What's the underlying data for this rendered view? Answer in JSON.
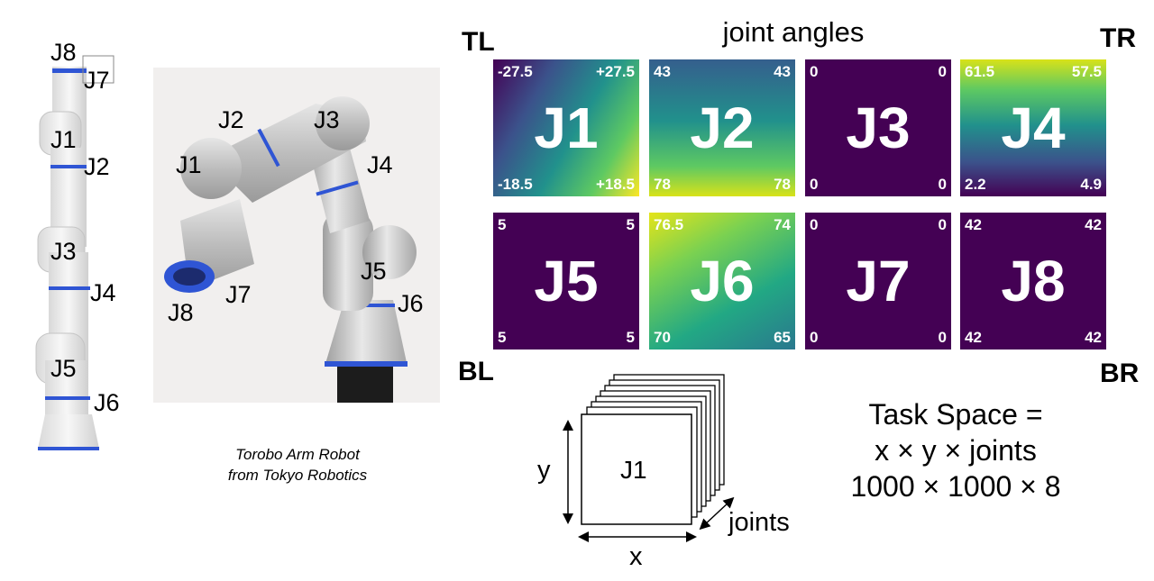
{
  "header": {
    "title": "joint angles"
  },
  "corners": {
    "tl": "TL",
    "tr": "TR",
    "bl": "BL",
    "br": "BR"
  },
  "robot_side": {
    "labels": [
      "J8",
      "J7",
      "J1",
      "J2",
      "J3",
      "J4",
      "J5",
      "J6"
    ]
  },
  "robot_photo": {
    "labels": {
      "j1": "J1",
      "j2": "J2",
      "j3": "J3",
      "j4": "J4",
      "j5": "J5",
      "j6": "J6",
      "j7": "J7",
      "j8": "J8"
    },
    "caption_line1": "Torobo Arm Robot",
    "caption_line2": "from Tokyo Robotics"
  },
  "colors": {
    "viridis_purple": "#440154",
    "viridis_blue": "#3b528b",
    "viridis_teal": "#21918c",
    "viridis_green": "#5ec962",
    "viridis_yellow": "#fde725",
    "band_blue": "#2f55d4"
  },
  "joints": [
    {
      "name": "J1",
      "tl": "-27.5",
      "tr": "+27.5",
      "bl": "-18.5",
      "br": "+18.5"
    },
    {
      "name": "J2",
      "tl": "43",
      "tr": "43",
      "bl": "78",
      "br": "78"
    },
    {
      "name": "J3",
      "tl": "0",
      "tr": "0",
      "bl": "0",
      "br": "0"
    },
    {
      "name": "J4",
      "tl": "61.5",
      "tr": "57.5",
      "bl": "2.2",
      "br": "4.9"
    },
    {
      "name": "J5",
      "tl": "5",
      "tr": "5",
      "bl": "5",
      "br": "5"
    },
    {
      "name": "J6",
      "tl": "76.5",
      "tr": "74",
      "bl": "70",
      "br": "65"
    },
    {
      "name": "J7",
      "tl": "0",
      "tr": "0",
      "bl": "0",
      "br": "0"
    },
    {
      "name": "J8",
      "tl": "42",
      "tr": "42",
      "bl": "42",
      "br": "42"
    }
  ],
  "stack": {
    "front_label": "J1",
    "x_label": "x",
    "y_label": "y",
    "joints_label": "joints"
  },
  "task": {
    "line1": "Task Space =",
    "line2": "x × y × joints",
    "line3": "1000 × 1000 × 8"
  }
}
